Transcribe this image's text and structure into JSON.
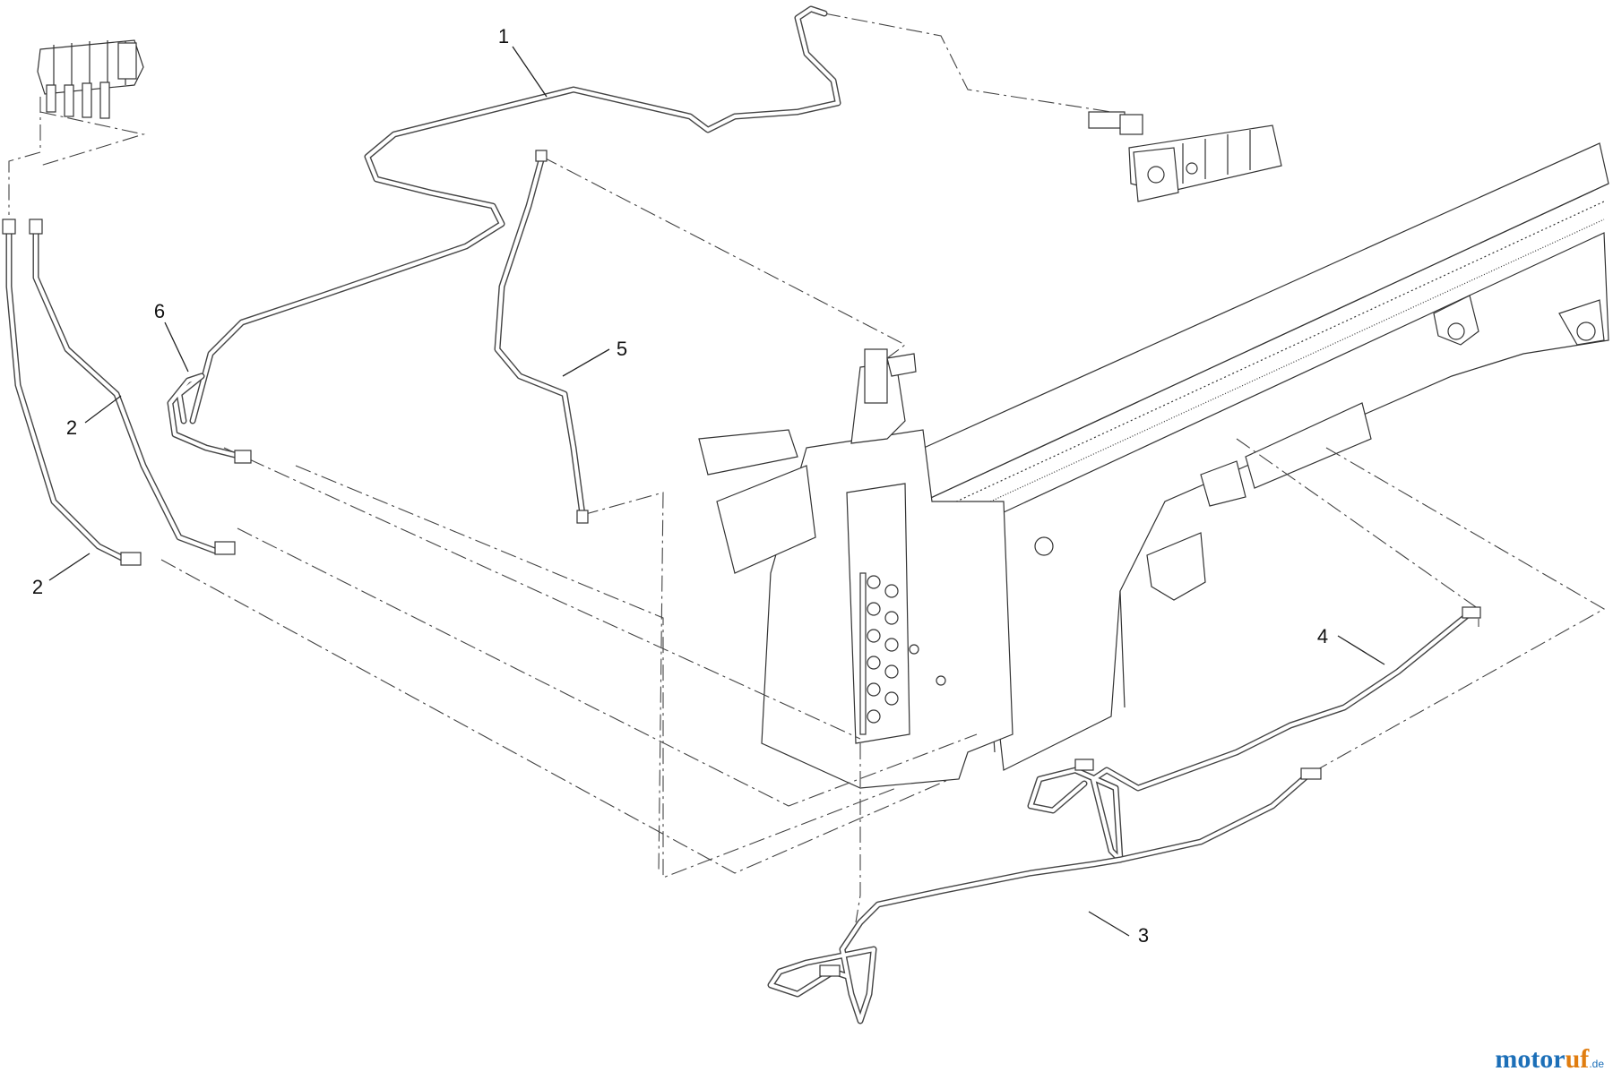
{
  "diagram": {
    "callouts": [
      {
        "id": "1",
        "label": "1"
      },
      {
        "id": "2a",
        "label": "2"
      },
      {
        "id": "2b",
        "label": "2"
      },
      {
        "id": "3",
        "label": "3"
      },
      {
        "id": "4",
        "label": "4"
      },
      {
        "id": "5",
        "label": "5"
      },
      {
        "id": "6",
        "label": "6"
      }
    ]
  },
  "watermark": {
    "part1": "motor",
    "part2": "uf",
    "suffix": ".de"
  },
  "colors": {
    "line": "#333333",
    "hose": "#444444",
    "watermark_blue": "#1c6fb8",
    "watermark_orange": "#e07d10"
  }
}
